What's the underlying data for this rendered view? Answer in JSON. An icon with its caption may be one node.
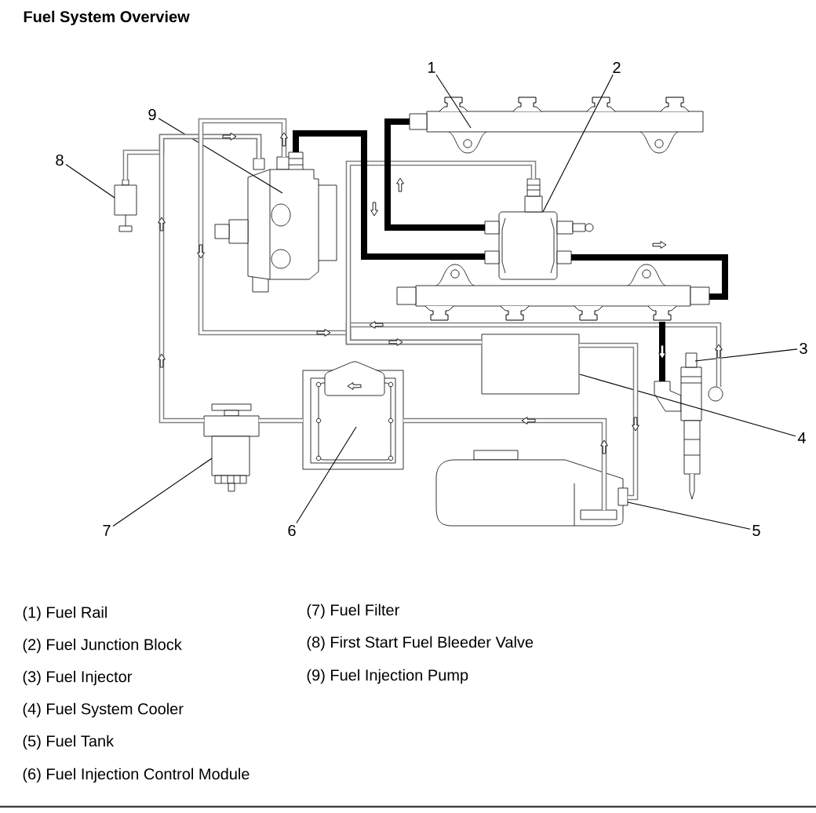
{
  "diagram": {
    "title": "Fuel System Overview",
    "nodes": [
      {
        "text": [
          "1"
        ]
      },
      {
        "text": [
          "2"
        ]
      },
      {
        "text": [
          "3"
        ]
      },
      {
        "text": [
          "4"
        ]
      },
      {
        "text": [
          "5"
        ]
      },
      {
        "text": [
          "6"
        ]
      },
      {
        "text": [
          "7"
        ]
      },
      {
        "text": [
          "8"
        ]
      },
      {
        "text": [
          "9"
        ]
      },
      {
        "text": [],
        "shape": "picture"
      },
      {
        "text": [],
        "shape": "picture"
      },
      {
        "text": [],
        "shape": "picture"
      },
      {
        "text": [],
        "shape": "box"
      },
      {
        "text": [],
        "shape": "picture"
      },
      {
        "text": [],
        "shape": "picture"
      },
      {
        "text": [],
        "shape": "picture"
      },
      {
        "text": [],
        "shape": "picture"
      },
      {
        "text": [],
        "shape": "picture"
      },
      {
        "text": [],
        "shape": "picture"
      }
    ],
    "edges": [
      {
        "from": 0,
        "to": 9,
        "arrow": "none"
      },
      {
        "from": 1,
        "to": 10,
        "arrow": "none"
      },
      {
        "from": 2,
        "to": 11,
        "arrow": "none"
      },
      {
        "from": 3,
        "to": 12,
        "arrow": "none"
      },
      {
        "from": 4,
        "to": 13,
        "arrow": "none"
      },
      {
        "from": 5,
        "to": 14,
        "arrow": "none"
      },
      {
        "from": 6,
        "to": 15,
        "arrow": "none"
      },
      {
        "from": 7,
        "to": 16,
        "arrow": "none"
      },
      {
        "from": 8,
        "to": 17,
        "arrow": "none"
      },
      {
        "from": 16,
        "to": 17,
        "arrow": "none",
        "color": "#808080"
      },
      {
        "from": 15,
        "to": 17,
        "arrow": "none",
        "color": "#808080"
      },
      {
        "from": 14,
        "to": 15,
        "arrow": "none",
        "color": "#808080"
      },
      {
        "from": 13,
        "to": 14,
        "arrow": "none",
        "color": "#808080"
      },
      {
        "from": 17,
        "to": 12,
        "arrow": "none",
        "color": "#808080"
      },
      {
        "from": 11,
        "to": 12,
        "arrow": "none",
        "color": "#808080"
      },
      {
        "from": 10,
        "to": 12,
        "arrow": "none",
        "color": "#808080"
      },
      {
        "from": 12,
        "to": 13,
        "arrow": "none",
        "color": "#808080"
      },
      {
        "from": 17,
        "to": 10,
        "arrow": "none"
      },
      {
        "from": 10,
        "to": 9,
        "arrow": "none"
      },
      {
        "from": 10,
        "to": 18,
        "arrow": "none"
      },
      {
        "from": 18,
        "to": 11,
        "arrow": "none"
      }
    ],
    "labels": [
      "(1) Fuel Rail",
      "(2) Fuel Junction Block",
      "(3) Fuel Injector",
      "(4) Fuel System Cooler",
      "(5) Fuel Tank",
      "(6) Fuel Injection Control Module",
      "(7) Fuel Filter",
      "(8) First Start Fuel Bleeder Valve",
      "(9) Fuel Injection Pump"
    ]
  }
}
